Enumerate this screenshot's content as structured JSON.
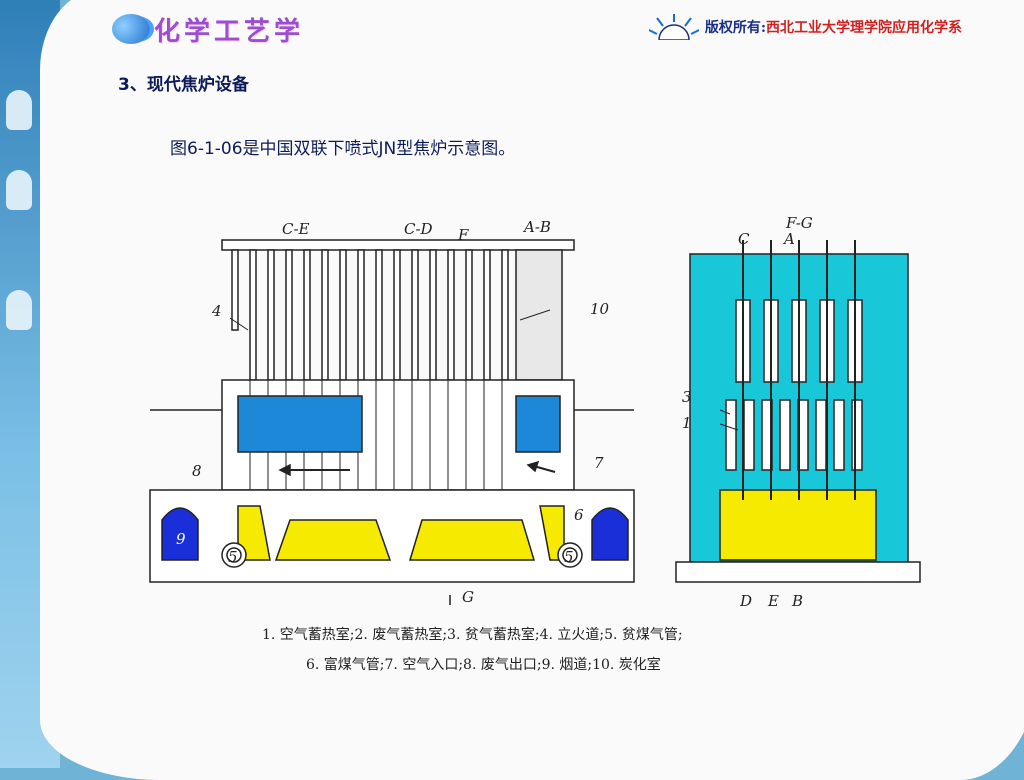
{
  "header": {
    "logo_text": "化学工艺学",
    "copyright_label": "版权所有:",
    "copyright_org": "西北工业大学理学院应用化学系"
  },
  "slide": {
    "section_title": "3、现代焦炉设备",
    "caption": "图6-1-06是中国双联下喷式JN型焦炉示意图。"
  },
  "diagram": {
    "labels": {
      "ce": "C-E",
      "cd": "C-D",
      "f": "F",
      "ab": "A-B",
      "fg": "F-G",
      "c": "C",
      "a": "A",
      "g": "G",
      "d": "D",
      "e": "E",
      "b": "B",
      "n1": "1",
      "n3": "3",
      "n4": "4",
      "n5a": "5",
      "n5b": "5",
      "n6": "6",
      "n7": "7",
      "n8": "8",
      "n9": "9",
      "n10": "10"
    },
    "colors": {
      "regenerator": "#1e88d8",
      "foundation": "#f5ea00",
      "flue": "#1a2fd8",
      "panel": "#19c8d8"
    }
  },
  "legend": {
    "line1": "1. 空气蓄热室;2. 废气蓄热室;3. 贫气蓄热室;4. 立火道;5. 贫煤气管;",
    "line2": "6. 富煤气管;7. 空气入口;8. 废气出口;9. 烟道;10. 炭化室"
  }
}
